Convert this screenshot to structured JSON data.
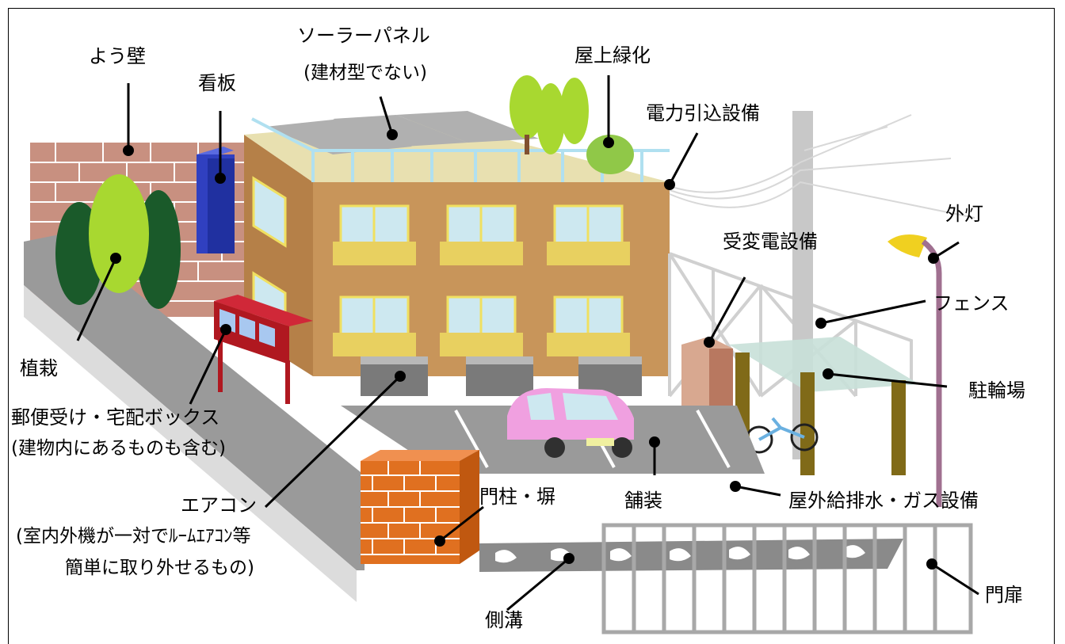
{
  "labels": {
    "youheki": "よう壁",
    "kanban": "看板",
    "solar_1": "ソーラーパネル",
    "solar_2": "(建材型でない)",
    "okujo": "屋上緑化",
    "denryoku": "電力引込設備",
    "gaito": "外灯",
    "juhenden": "受変電設備",
    "fence": "フェンス",
    "chuurin": "駐輪場",
    "shokusai": "植栽",
    "yubin_1": "郵便受け・宅配ボックス",
    "yubin_2": "(建物内にあるものも含む)",
    "hoso": "舗装",
    "kyuhaisui": "屋外給排水・ガス設備",
    "aircon_1": "エアコン",
    "aircon_2": "(室内外機が一対でﾙｰﾑｴｱｺﾝ等",
    "aircon_3": "簡単に取り外せるもの)",
    "monchu": "門柱・塀",
    "sokko": "側溝",
    "monpi": "門扉"
  },
  "colors": {
    "building": "#c8955a",
    "window": "#cde8f0",
    "balcony": "#e8d060",
    "brick_wall": "#c89080",
    "retaining_wall": "#9a9a9a",
    "sign": "#3040c0",
    "tree_light": "#a8d830",
    "tree_dark": "#1a5a2a",
    "mailbox": "#b01820",
    "car": "#f0a0e0",
    "gate_brick": "#e07020",
    "pole": "#c8c8c8",
    "lamp": "#f0d020"
  }
}
